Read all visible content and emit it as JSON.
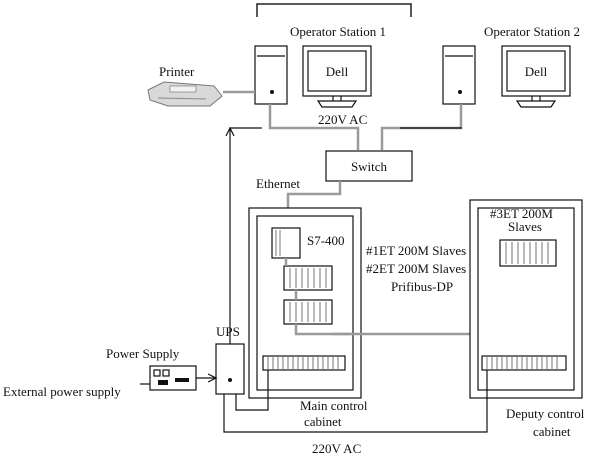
{
  "labels": {
    "operator_station_1": "Operator Station 1",
    "operator_station_2": "Operator Station 2",
    "monitor_1": "Dell",
    "monitor_2": "Dell",
    "printer": "Printer",
    "ac_top": "220V AC",
    "switch": "Switch",
    "ethernet": "Ethernet",
    "s7_400": "S7-400",
    "slaves_1": "#1ET 200M Slaves",
    "slaves_2": "#2ET 200M Slaves",
    "profibus": "Prifibus-DP",
    "slaves_3_line1": "#3ET 200M",
    "slaves_3_line2": "Slaves",
    "ups": "UPS",
    "power_supply": "Power Supply",
    "external_power": "External power supply",
    "main_cabinet_line1": "Main control",
    "main_cabinet_line2": "cabinet",
    "deputy_cabinet_line1": "Deputy control",
    "deputy_cabinet_line2": "cabinet",
    "ac_bottom": "220V AC"
  }
}
